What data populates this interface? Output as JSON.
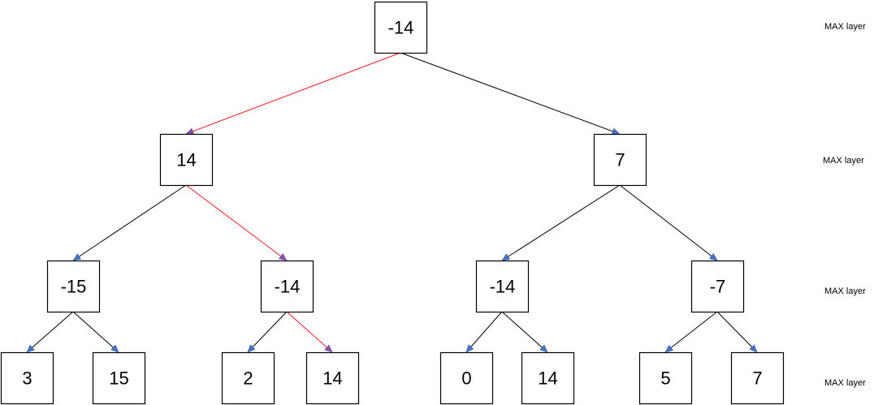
{
  "diagram": {
    "layer_labels": [
      "MAX layer",
      "MAX layer",
      "MAX layer",
      "MAX layer"
    ],
    "nodes": [
      {
        "id": "root",
        "value": "-14"
      },
      {
        "id": "l1-left",
        "value": "14"
      },
      {
        "id": "l1-right",
        "value": "7"
      },
      {
        "id": "l2-a",
        "value": "-15"
      },
      {
        "id": "l2-b",
        "value": "-14"
      },
      {
        "id": "l2-c",
        "value": "-14"
      },
      {
        "id": "l2-d",
        "value": "-7"
      },
      {
        "id": "leaf-1",
        "value": "3"
      },
      {
        "id": "leaf-2",
        "value": "15"
      },
      {
        "id": "leaf-3",
        "value": "2"
      },
      {
        "id": "leaf-4",
        "value": "14"
      },
      {
        "id": "leaf-5",
        "value": "0"
      },
      {
        "id": "leaf-6",
        "value": "14"
      },
      {
        "id": "leaf-7",
        "value": "5"
      },
      {
        "id": "leaf-8",
        "value": "7"
      }
    ],
    "edges": [
      {
        "from": "root",
        "to": "l1-left",
        "highlighted": true
      },
      {
        "from": "root",
        "to": "l1-right",
        "highlighted": false
      },
      {
        "from": "l1-left",
        "to": "l2-a",
        "highlighted": false
      },
      {
        "from": "l1-left",
        "to": "l2-b",
        "highlighted": true
      },
      {
        "from": "l1-right",
        "to": "l2-c",
        "highlighted": false
      },
      {
        "from": "l1-right",
        "to": "l2-d",
        "highlighted": false
      },
      {
        "from": "l2-a",
        "to": "leaf-1",
        "highlighted": false
      },
      {
        "from": "l2-a",
        "to": "leaf-2",
        "highlighted": false
      },
      {
        "from": "l2-b",
        "to": "leaf-3",
        "highlighted": false
      },
      {
        "from": "l2-b",
        "to": "leaf-4",
        "highlighted": true
      },
      {
        "from": "l2-c",
        "to": "leaf-5",
        "highlighted": false
      },
      {
        "from": "l2-c",
        "to": "leaf-6",
        "highlighted": false
      },
      {
        "from": "l2-d",
        "to": "leaf-7",
        "highlighted": false
      },
      {
        "from": "l2-d",
        "to": "leaf-8",
        "highlighted": false
      }
    ],
    "colors": {
      "edge_default": "#000000",
      "edge_highlight": "#ee1c25",
      "arrowhead_fill": "#4472c4",
      "arrowhead_highlight_fill": "#8e4ea8"
    }
  }
}
